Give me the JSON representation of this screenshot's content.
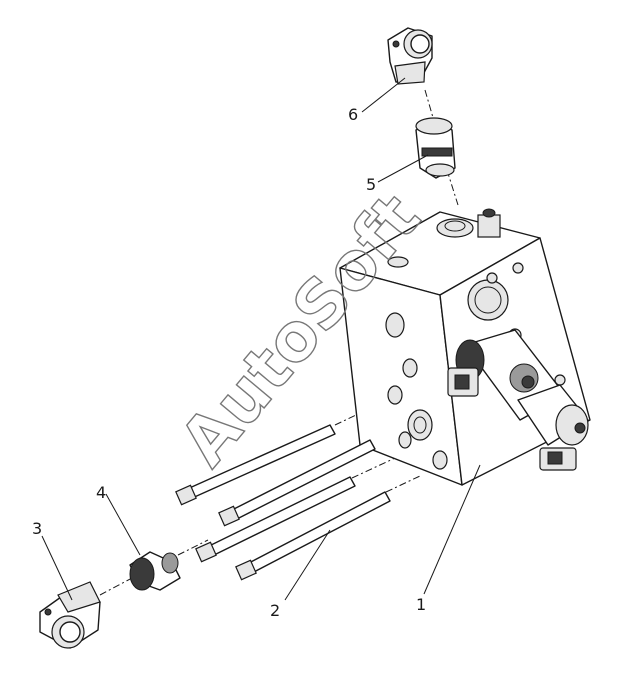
{
  "drawing": {
    "callouts": [
      {
        "id": "1",
        "label": "1"
      },
      {
        "id": "2",
        "label": "2"
      },
      {
        "id": "3",
        "label": "3"
      },
      {
        "id": "4",
        "label": "4"
      },
      {
        "id": "5",
        "label": "5"
      },
      {
        "id": "6",
        "label": "6"
      }
    ],
    "watermark": "AutoSoft"
  }
}
